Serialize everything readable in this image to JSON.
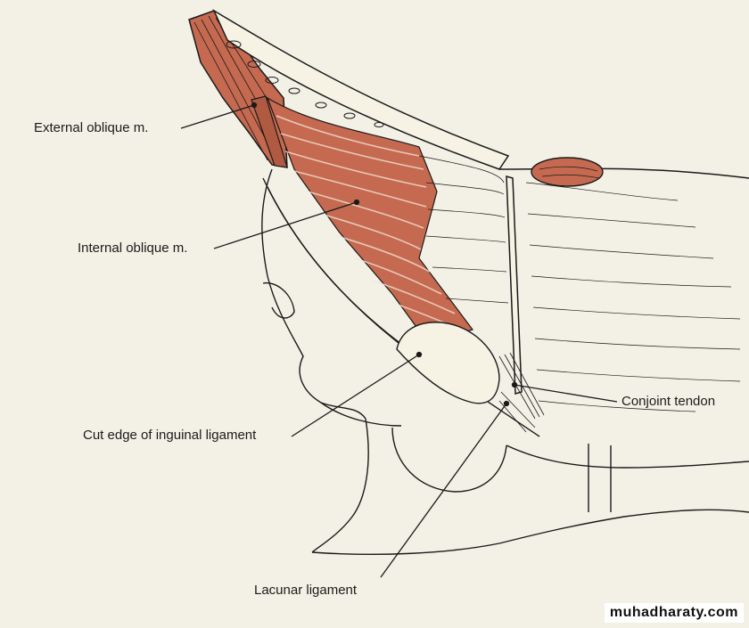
{
  "labels": {
    "external_oblique": "External oblique m.",
    "internal_oblique": "Internal oblique m.",
    "conjoint_tendon": "Conjoint tendon",
    "cut_edge": "Cut edge of inguinal ligament",
    "lacunar": "Lacunar ligament"
  },
  "watermark": "muhadharaty.com",
  "colors": {
    "muscle": "#c56a50",
    "line": "#1a1a1a",
    "paper": "#f3f1e6"
  }
}
